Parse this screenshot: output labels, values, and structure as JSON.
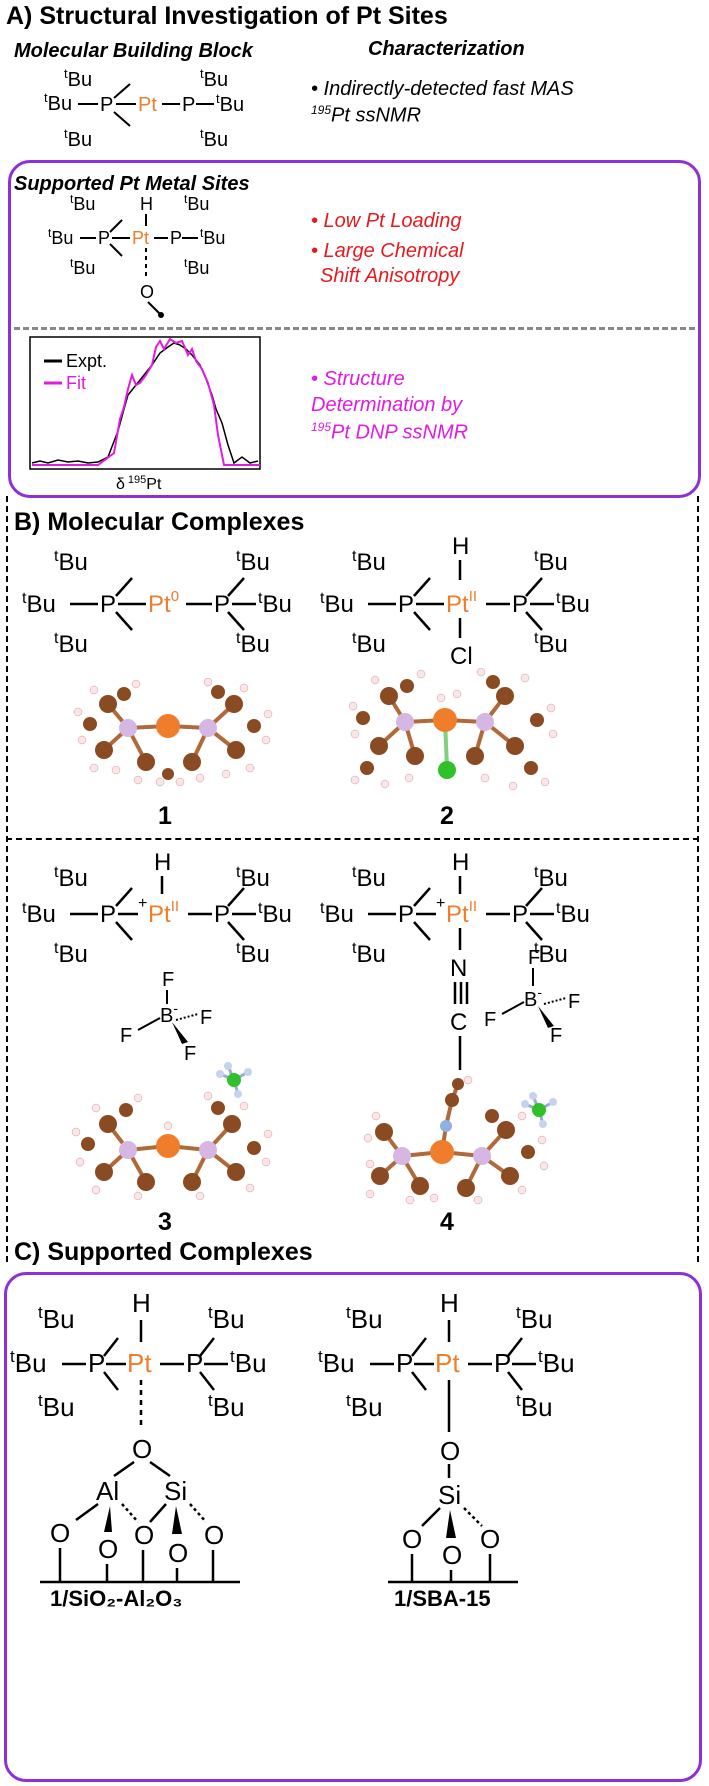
{
  "section_a": {
    "title": "A) Structural Investigation of Pt Sites",
    "building_block_label": "Molecular Building Block",
    "characterization_label": "Characterization",
    "char_line1": "• Indirectly-detected fast MAS",
    "char_line2_sup": "195",
    "char_line2_rest": "Pt ssNMR",
    "supported_label": "Supported Pt Metal Sites",
    "red_item1": "• Low Pt Loading",
    "red_item2_line1": "• Large Chemical",
    "red_item2_line2": "Shift Anisotropy",
    "mag_line1": "• Structure",
    "mag_line2": "Determination by",
    "mag_line3_sup": "195",
    "mag_line3_rest": "Pt DNP ssNMR",
    "spectrum_legend_expt": "Expt.",
    "spectrum_legend_fit": "Fit",
    "spectrum_xlabel_delta": "δ",
    "spectrum_xlabel_sup": "195",
    "spectrum_xlabel_pt": "Pt"
  },
  "section_b": {
    "title": "B) Molecular Complexes",
    "label_1": "1",
    "label_2": "2",
    "label_3": "3",
    "label_4": "4"
  },
  "section_c": {
    "title": "C) Supported Complexes",
    "label_left": "1/SiO₂-Al₂O₃",
    "label_right": "1/SBA-15"
  },
  "chem": {
    "t": "t",
    "bu": "Bu",
    "P": "P",
    "Pt": "Pt",
    "H": "H",
    "Cl": "Cl",
    "O": "O",
    "B": "B",
    "F": "F",
    "N": "N",
    "C": "C",
    "Al": "Al",
    "Si": "Si",
    "ox0": "0",
    "ox2": "II",
    "plus": "+",
    "minus": "-"
  },
  "colors": {
    "accent_frame": "#8e30d6",
    "pt_orange": "#f07d2b",
    "red_text": "#e8191e",
    "magenta": "#e21be0",
    "carbon_brown": "#8a4a22",
    "phosphorus_pink": "#d6b6e2",
    "chlorine_green": "#2fc02a"
  },
  "icons": [
    "tBu-group",
    "ball-and-stick-model",
    "nmr-spectrum"
  ]
}
